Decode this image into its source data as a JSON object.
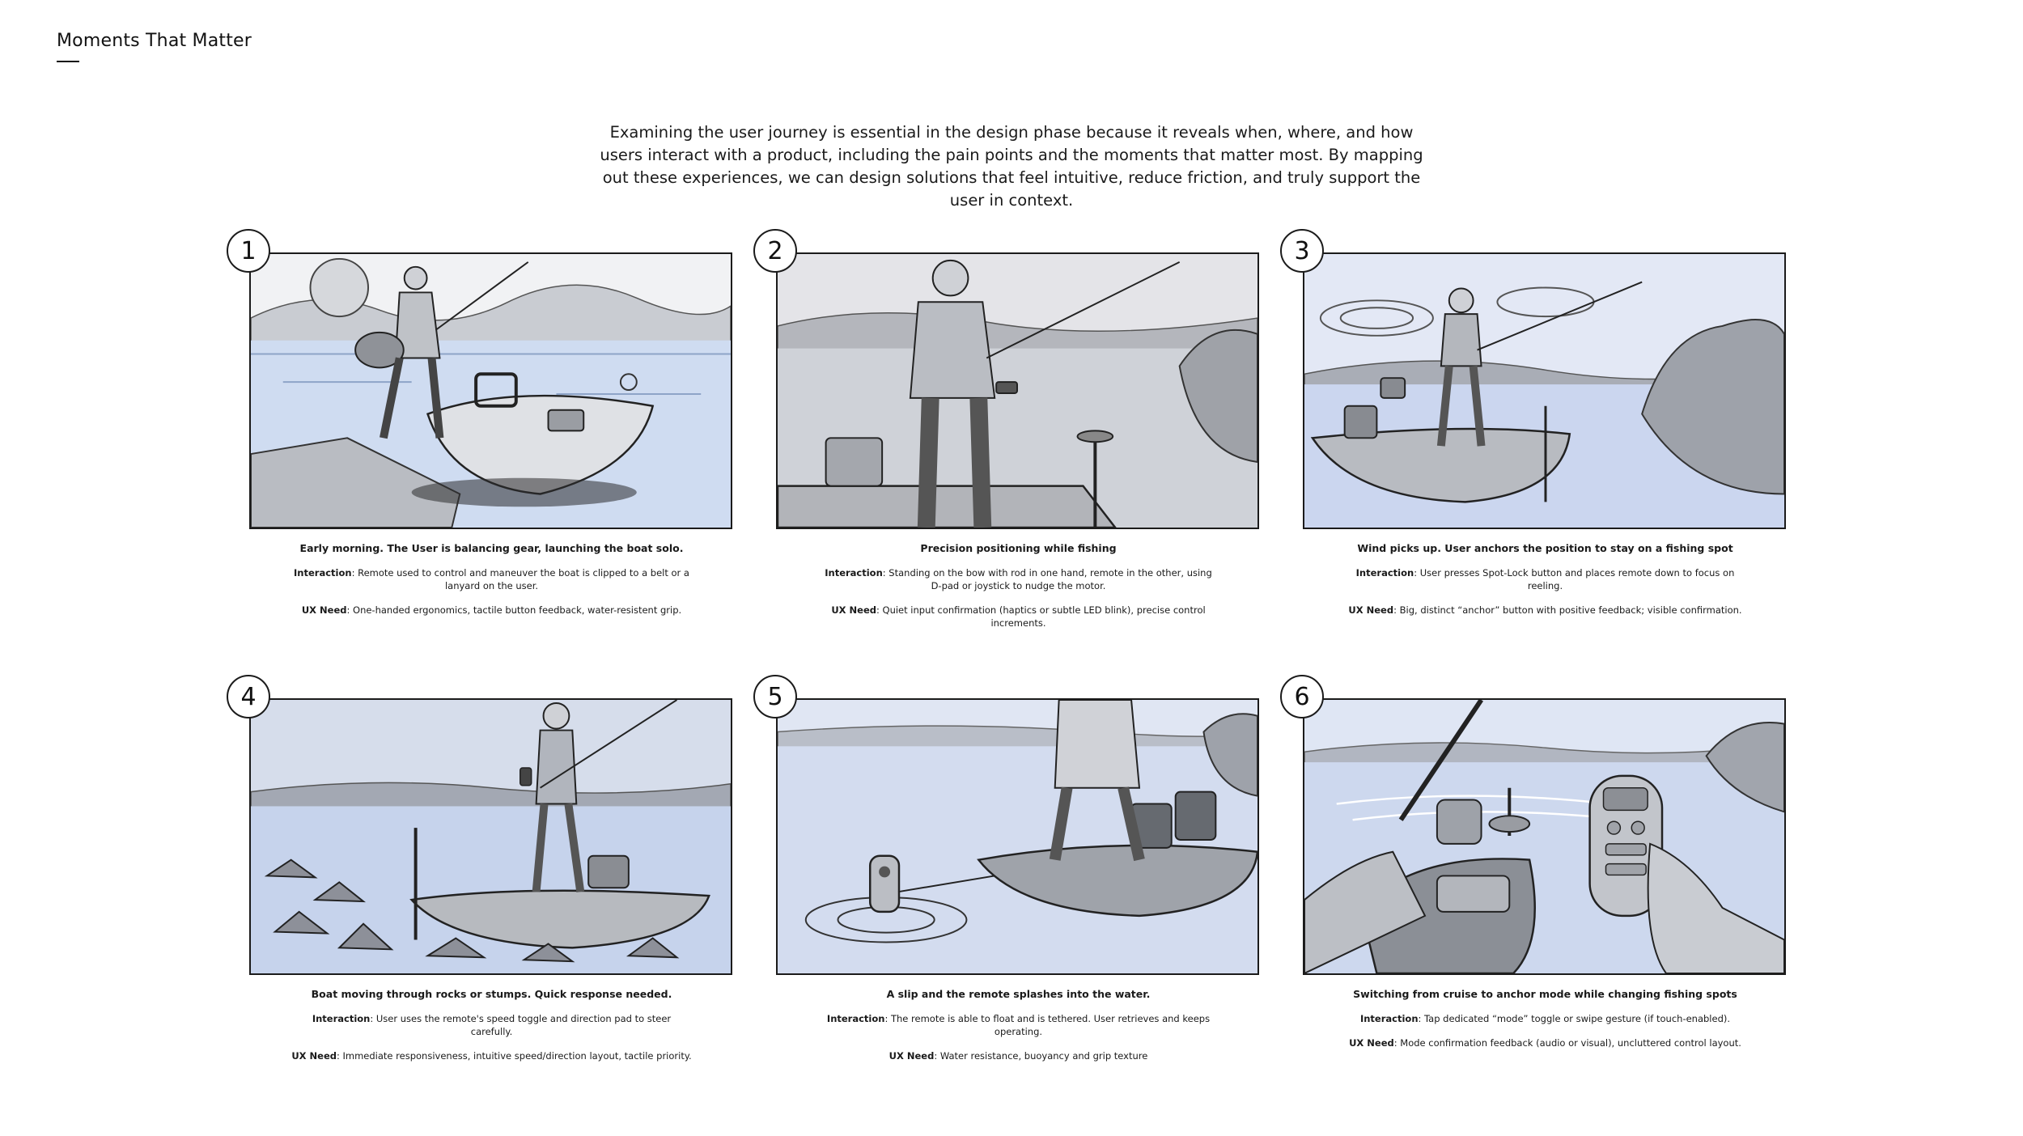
{
  "page": {
    "title": "Moments That Matter",
    "intro": "Examining the user journey is essential in the design phase because it reveals when, where, and how users interact with a product, including the pain points and the moments that matter most. By mapping out these experiences, we can design solutions that feel intuitive, reduce friction, and truly support the user in context."
  },
  "labels": {
    "interaction": "Interaction",
    "ux_need": "UX Need"
  },
  "frames": [
    {
      "number": "1",
      "headline": "Early morning. The User is balancing gear, launching the boat solo.",
      "interaction": ": Remote used to control and maneuver the boat is clipped to a belt or a lanyard on the user.",
      "ux_need": ": One-handed ergonomics, tactile button feedback, water-resistent grip."
    },
    {
      "number": "2",
      "headline": "Precision positioning while fishing",
      "interaction": ": Standing on the bow with rod in one hand, remote in the other, using D-pad or joystick to nudge the motor.",
      "ux_need": ": Quiet input confirmation (haptics or subtle LED blink), precise control increments."
    },
    {
      "number": "3",
      "headline": "Wind picks up. User anchors the position to stay on a fishing spot",
      "interaction": ": User presses Spot-Lock button and places remote down to focus on reeling.",
      "ux_need": ": Big, distinct “anchor” button with positive feedback; visible confirmation."
    },
    {
      "number": "4",
      "headline": "Boat moving through rocks or stumps. Quick response needed.",
      "interaction": ": User uses the remote's speed toggle and direction pad to steer carefully.",
      "ux_need": ": Immediate responsiveness, intuitive speed/direction layout, tactile priority."
    },
    {
      "number": "5",
      "headline": "A slip and the remote splashes into the water.",
      "interaction": ": The remote is able to float and is tethered. User retrieves and keeps operating.",
      "ux_need": ": Water resistance, buoyancy and grip texture"
    },
    {
      "number": "6",
      "headline": "Switching from cruise to anchor mode while changing fishing spots",
      "interaction": ": Tap dedicated “mode” toggle or swipe gesture (if touch-enabled).",
      "ux_need": ": Mode confirmation feedback (audio or visual), uncluttered control layout."
    }
  ],
  "colors": {
    "frame_border": "#1b1b1b",
    "sketch_gray": "#8a8d93",
    "water_blue": "#c9d6ee",
    "sky_light": "#eef0f4"
  },
  "icons": [
    "storyboard-illustration",
    "fisherman-figure",
    "boat-sketch",
    "remote-control"
  ]
}
